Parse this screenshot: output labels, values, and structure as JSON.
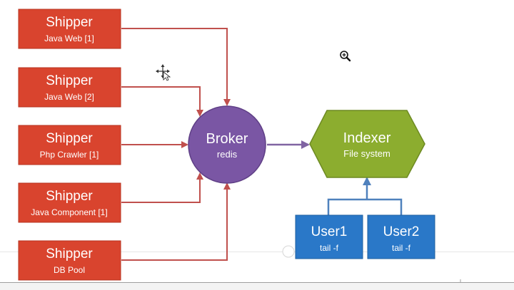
{
  "shippers": [
    {
      "title": "Shipper",
      "subtitle": "Java Web [1]"
    },
    {
      "title": "Shipper",
      "subtitle": "Java Web [2]"
    },
    {
      "title": "Shipper",
      "subtitle": "Php Crawler [1]"
    },
    {
      "title": "Shipper",
      "subtitle": "Java Component [1]"
    },
    {
      "title": "Shipper",
      "subtitle": "DB Pool"
    }
  ],
  "broker": {
    "title": "Broker",
    "subtitle": "redis"
  },
  "indexer": {
    "title": "Indexer",
    "subtitle": "File system"
  },
  "users": [
    {
      "title": "User1",
      "subtitle": "tail -f"
    },
    {
      "title": "User2",
      "subtitle": "tail -f"
    }
  ],
  "colors": {
    "shipper_fill": "#d9442e",
    "shipper_border": "#b6321f",
    "arrow_red": "#c0504d",
    "broker_fill": "#7a56a4",
    "broker_border": "#5f3f86",
    "indexer_fill": "#8cad2f",
    "indexer_border": "#6d8a22",
    "user_fill": "#2a78c8",
    "user_border": "#1e5f9f",
    "arrow_purple": "#8064a2",
    "arrow_blue": "#4f81bd"
  },
  "icons": {
    "cursor": "move-cursor-icon",
    "zoom": "zoom-in-icon"
  }
}
